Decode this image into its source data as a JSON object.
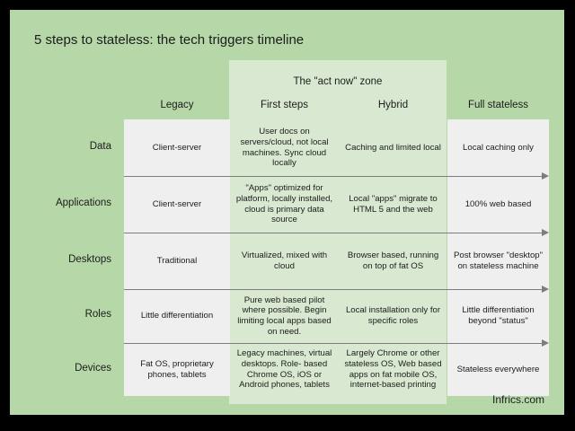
{
  "slide": {
    "title": "5 steps to stateless: the tech triggers timeline",
    "footer": "Infrics.com",
    "zone_label": "The \"act now\" zone",
    "colors": {
      "slide_bg": "#b6d7a8",
      "zone_bg": "#d9e8d0",
      "edge_cell_bg": "#efefef",
      "arrow": "#7d7d7d",
      "text": "#1c1c1c",
      "page_bg": "#000000"
    }
  },
  "columns": [
    {
      "label": "Legacy"
    },
    {
      "label": "First steps"
    },
    {
      "label": "Hybrid"
    },
    {
      "label": "Full stateless"
    }
  ],
  "rows": [
    {
      "label": "Data",
      "cells": [
        "Client-server",
        "User docs on servers/cloud, not local machines. Sync cloud locally",
        "Caching and limited local",
        "Local caching only"
      ]
    },
    {
      "label": "Applications",
      "cells": [
        "Client-server",
        "\"Apps\" optimized for platform, locally installed, cloud is primary data source",
        "Local \"apps\" migrate to HTML 5 and the web",
        "100% web based"
      ]
    },
    {
      "label": "Desktops",
      "cells": [
        "Traditional",
        "Virtualized, mixed with cloud",
        "Browser based, running on top of fat OS",
        "Post browser \"desktop\" on stateless machine"
      ]
    },
    {
      "label": "Roles",
      "cells": [
        "Little differentiation",
        "Pure web based pilot where possible.  Begin limiting local apps based on need.",
        "Local installation only for specific roles",
        "Little differentiation beyond \"status\""
      ]
    },
    {
      "label": "Devices",
      "cells": [
        "Fat OS, proprietary phones, tablets",
        "Legacy machines, virtual desktops. Role- based Chrome OS, iOS or Android phones, tablets",
        "Largely Chrome or other stateless OS, Web based apps on fat mobile OS, internet-based printing",
        "Stateless everywhere"
      ]
    }
  ],
  "arrows": {
    "count": 4,
    "direction": "right"
  }
}
